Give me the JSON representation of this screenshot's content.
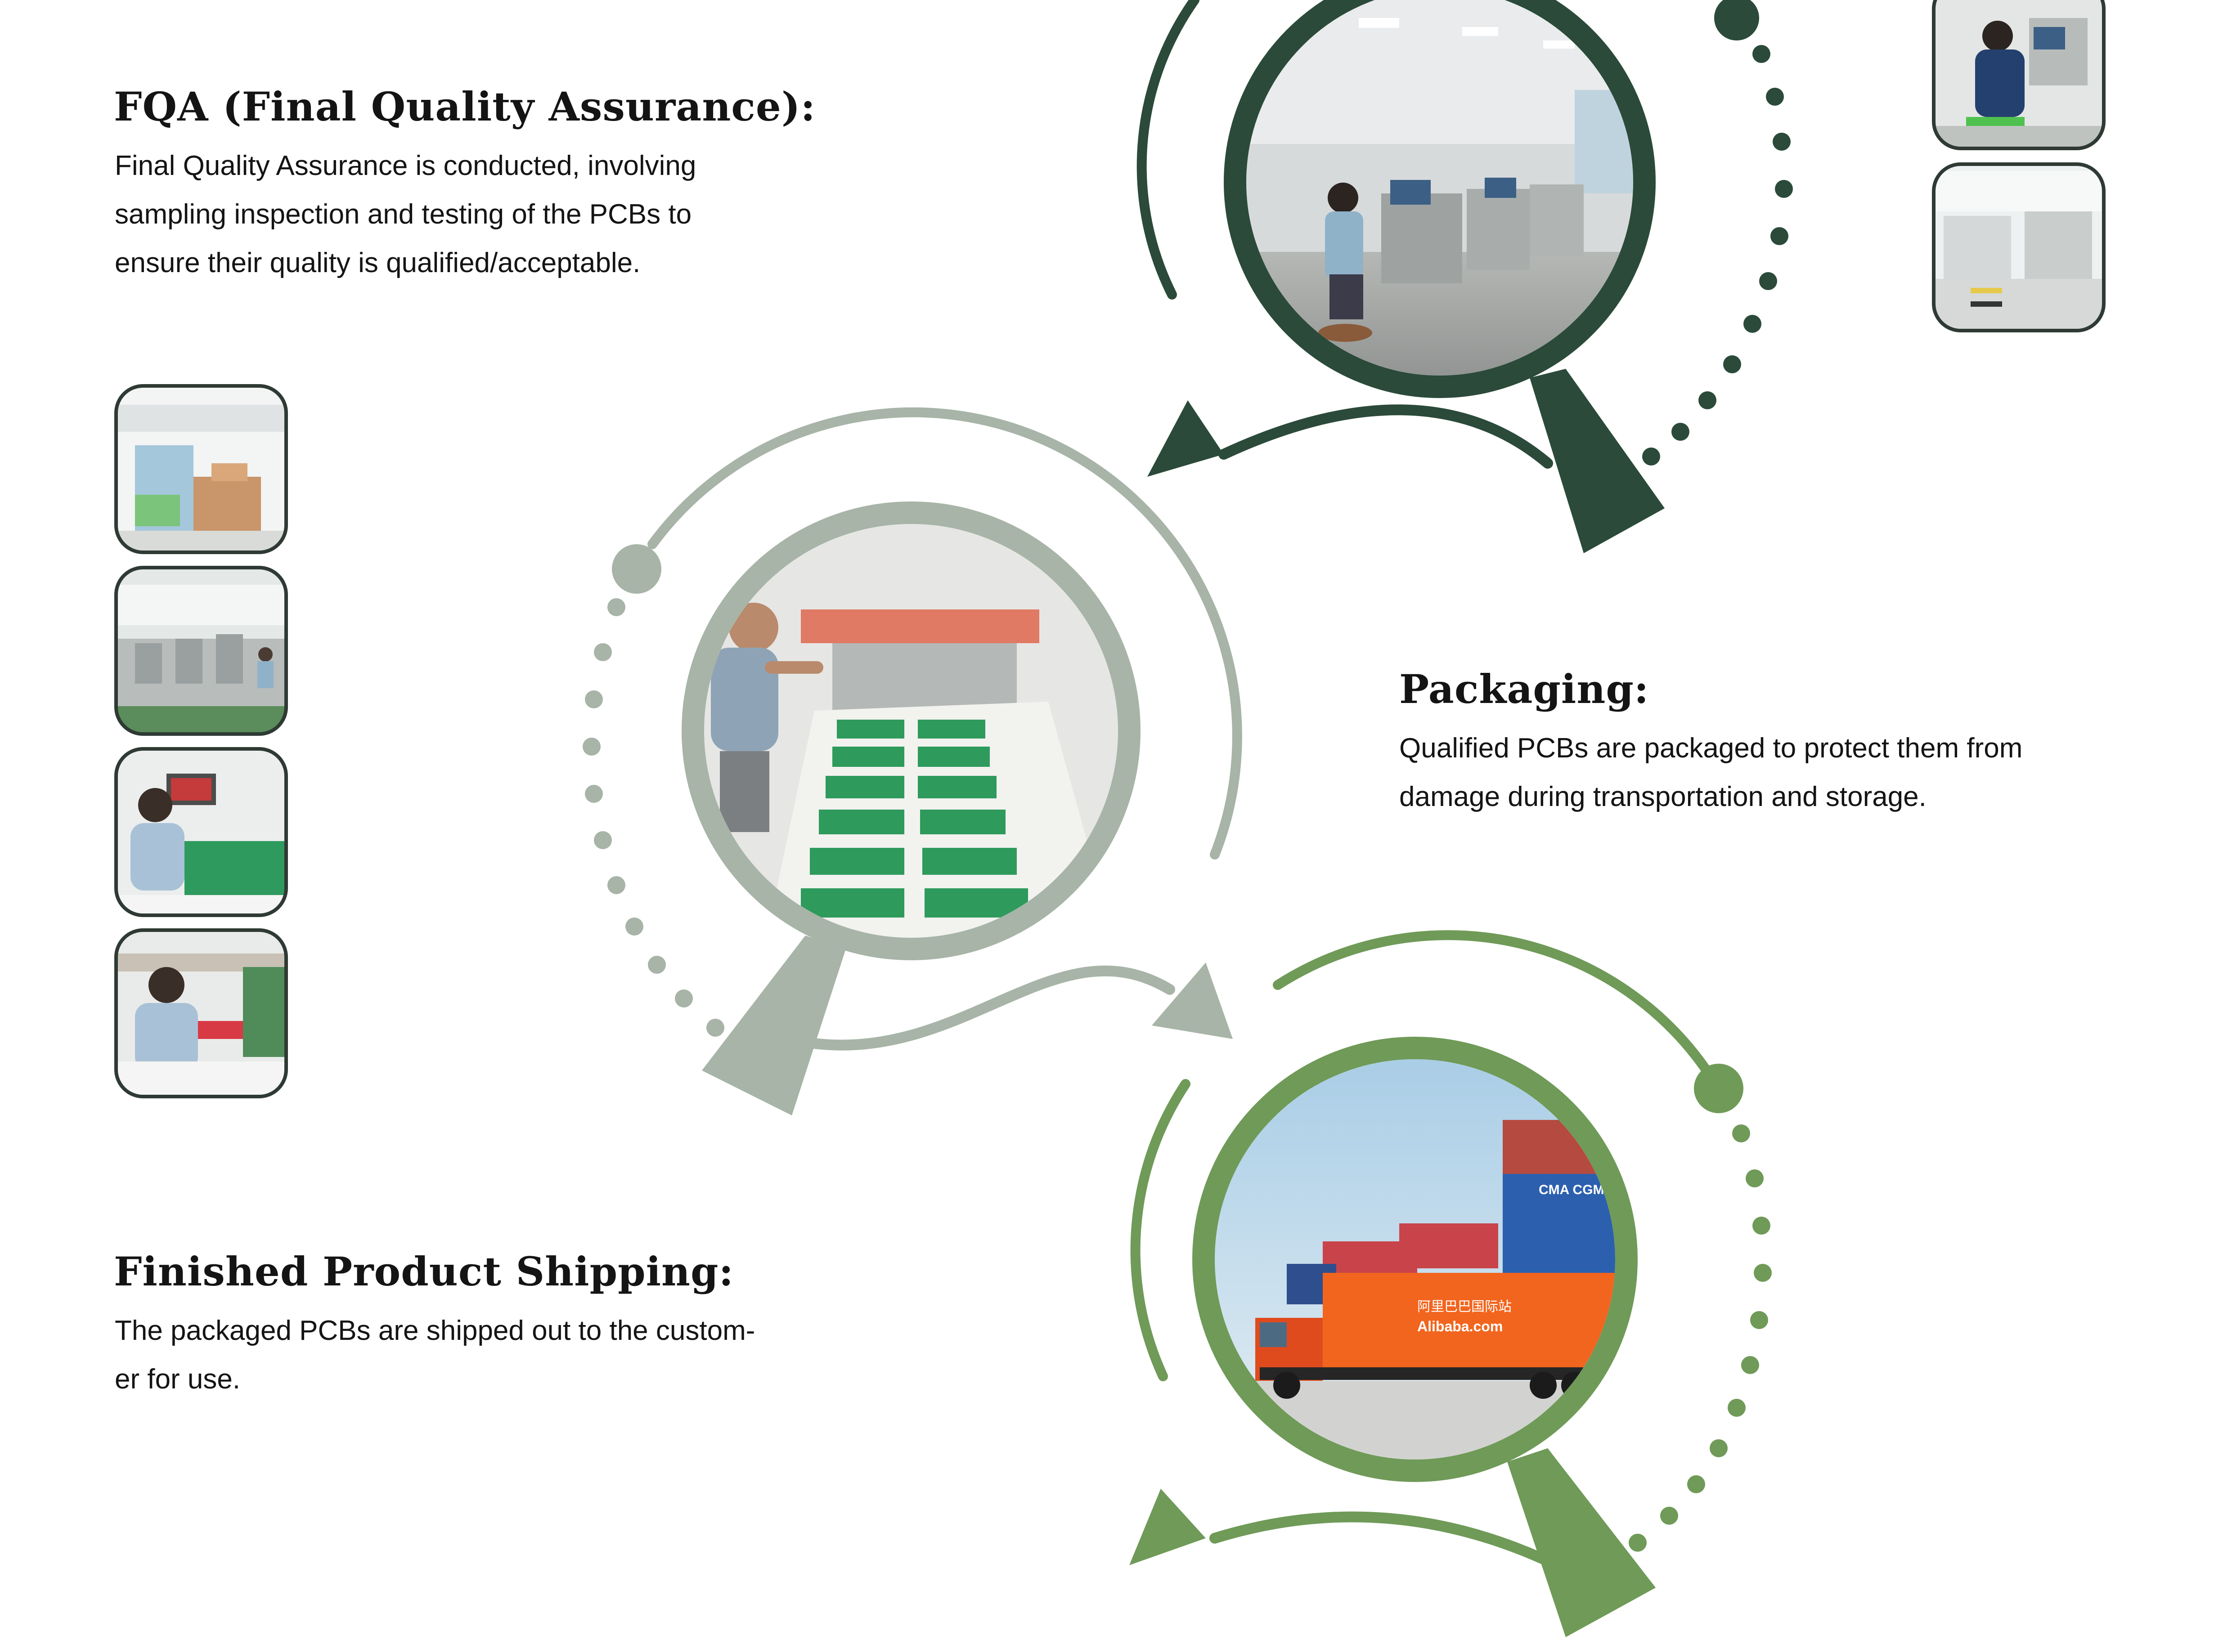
{
  "colors": {
    "dark_green": "#2b4a3a",
    "sage_green": "#a7b4a7",
    "leaf_green": "#6f9a58",
    "text": "#141414",
    "thumb_border": "#2e3a33"
  },
  "sections": {
    "fqa": {
      "title": "FQA (Final Quality Assurance):",
      "description_lines": [
        "Final Quality Assurance is conducted, involving",
        "sampling inspection and testing of the PCBs to",
        "ensure their quality is qualified/acceptable."
      ]
    },
    "packaging": {
      "title": "Packaging:",
      "description_lines": [
        "Qualified PCBs are packaged to protect them from",
        "damage during transportation and storage."
      ]
    },
    "shipping": {
      "title": "Finished Product Shipping:",
      "description_lines": [
        "The packaged PCBs are shipped out to the custom-",
        "er for use."
      ]
    }
  },
  "photo_text": {
    "truck_brand_cn": "阿里巴巴国际站",
    "truck_brand_en": "Alibaba.com",
    "container_brand": "CMA CGM"
  },
  "icons": {
    "magnifier_fqa": "magnifier-inspection-icon",
    "magnifier_packaging": "magnifier-packaging-icon",
    "magnifier_shipping": "magnifier-shipping-icon",
    "arrow": "curved-arrow-icon"
  }
}
